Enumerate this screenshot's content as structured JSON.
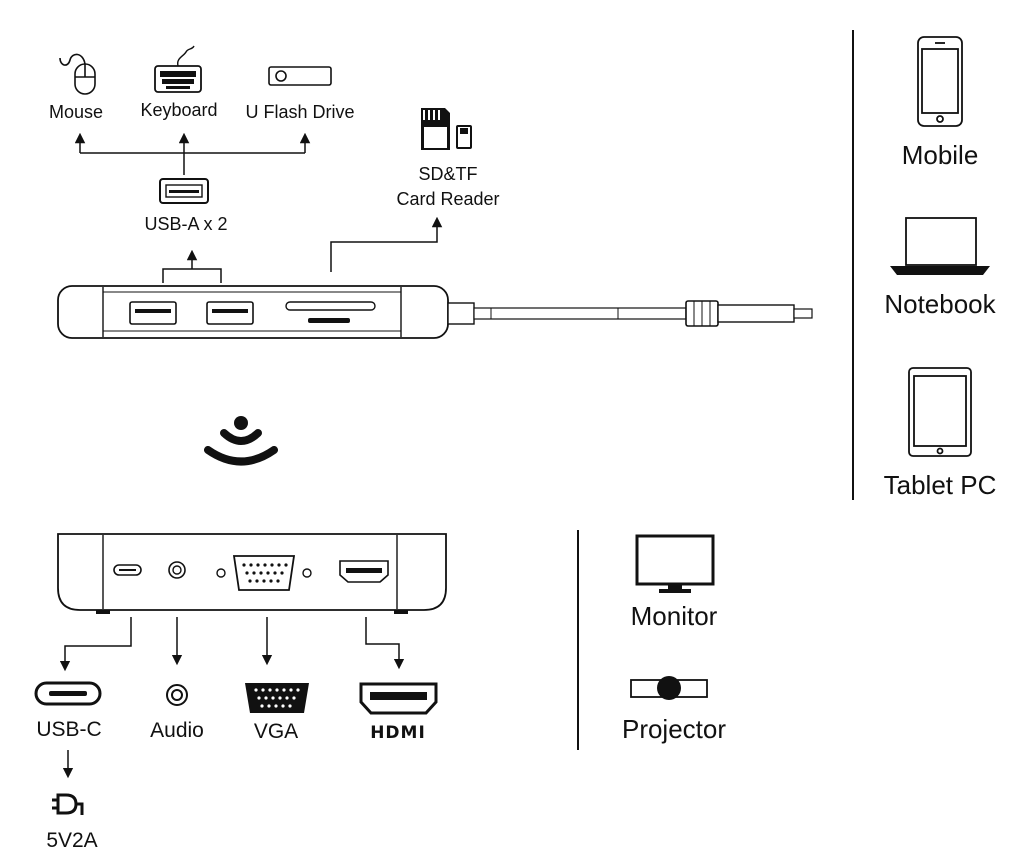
{
  "colors": {
    "ink": "#111111",
    "device_fill": "#ffffff"
  },
  "top_peripherals": {
    "mouse": {
      "label": "Mouse",
      "icon": "mouse-icon"
    },
    "keyboard": {
      "label": "Keyboard",
      "icon": "keyboard-icon"
    },
    "flash_drive": {
      "label": "U Flash Drive",
      "icon": "usb-flash-drive-icon"
    },
    "usb_a": {
      "label": "USB-A x 2",
      "icon": "usb-a-port-icon"
    },
    "card_reader": {
      "label_line1": "SD&TF",
      "label_line2": "Card Reader",
      "icon": "sd-tf-card-icon"
    }
  },
  "host_devices": [
    {
      "label": "Mobile",
      "icon": "mobile-phone-icon"
    },
    {
      "label": "Notebook",
      "icon": "notebook-icon"
    },
    {
      "label": "Tablet PC",
      "icon": "tablet-icon"
    }
  ],
  "bottom_ports": {
    "usb_c": {
      "label": "USB-C",
      "icon": "usb-c-port-icon"
    },
    "audio": {
      "label": "Audio",
      "icon": "audio-jack-icon"
    },
    "vga": {
      "label": "VGA",
      "icon": "vga-port-icon"
    },
    "hdmi": {
      "logo": "HDMI",
      "icon": "hdmi-port-icon"
    },
    "power": {
      "label": "5V2A",
      "icon": "power-plug-icon"
    }
  },
  "displays": [
    {
      "label": "Monitor",
      "icon": "monitor-icon"
    },
    {
      "label": "Projector",
      "icon": "projector-icon"
    }
  ],
  "wireless": {
    "icon": "wireless-signal-icon"
  }
}
